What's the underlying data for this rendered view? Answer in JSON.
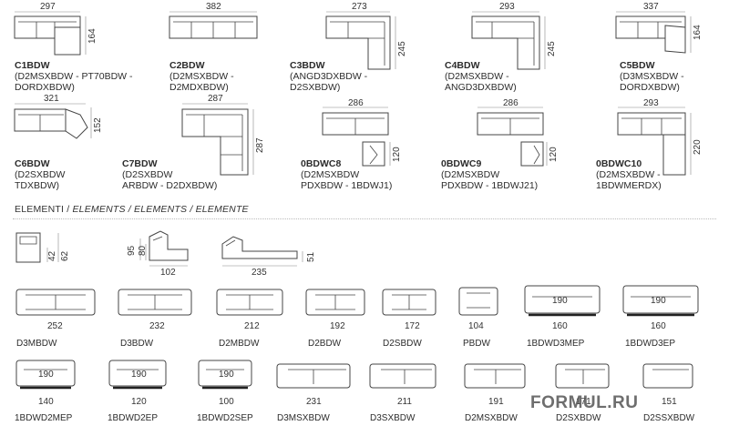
{
  "compositions": [
    {
      "code": "C1BDW",
      "desc": "(D2MSXBDW - PT70BDW -",
      "desc2": "DORDXBDW)",
      "width": "297",
      "depth": "164"
    },
    {
      "code": "C2BDW",
      "desc": "(D2MSXBDW -",
      "desc2": "D2MDXBDW)",
      "width": "382",
      "depth": ""
    },
    {
      "code": "C3BDW",
      "desc": "(ANGD3DXBDW -",
      "desc2": "D2SXBDW)",
      "width": "273",
      "depth": "245"
    },
    {
      "code": "C4BDW",
      "desc": "(D2MSXBDW -",
      "desc2": "ANGD3DXBDW)",
      "width": "293",
      "depth": "245"
    },
    {
      "code": "C5BDW",
      "desc": "(D3MSXBDW -",
      "desc2": "DORDXBDW)",
      "width": "337",
      "depth": "164"
    },
    {
      "code": "C6BDW",
      "desc": "(D2SXBDW",
      "desc2": "TDXBDW)",
      "width": "321",
      "depth": "152"
    },
    {
      "code": "C7BDW",
      "desc": "(D2SXBDW",
      "desc2": "ARBDW - D2DXBDW)",
      "width": "287",
      "depth": "287"
    },
    {
      "code": "0BDWC8",
      "desc": "(D2MSXBDW",
      "desc2": "PDXBDW - 1BDWJ1)",
      "width": "286",
      "depth": "120"
    },
    {
      "code": "0BDWC9",
      "desc": "(D2MSXBDW",
      "desc2": "PDXBDW - 1BDWJ21)",
      "width": "286",
      "depth": "120"
    },
    {
      "code": "0BDWC10",
      "desc": "(D2MSXBDW -",
      "desc2": "1BDWMERDX)",
      "width": "293",
      "depth": "220"
    }
  ],
  "section_title": {
    "a": "ELEMENTI / ",
    "b": "ELEMENTS / ELEMENTS / ELEMENTE"
  },
  "side_dims": {
    "arm_h1": "42",
    "arm_h2": "62",
    "h95": "95",
    "h80": "80",
    "d102": "102",
    "bed_len": "235",
    "bed_h": "51"
  },
  "elements_row1": [
    {
      "code": "D3MBDW",
      "width": "252"
    },
    {
      "code": "D3BDW",
      "width": "232"
    },
    {
      "code": "D2MBDW",
      "width": "212"
    },
    {
      "code": "D2BDW",
      "width": "192"
    },
    {
      "code": "D2SBDW",
      "width": "172"
    },
    {
      "code": "PBDW",
      "width": "104"
    },
    {
      "code": "1BDWD3MEP",
      "width": "160",
      "inner": "190"
    },
    {
      "code": "1BDWD3EP",
      "width": "160",
      "inner": "190"
    }
  ],
  "elements_row2": [
    {
      "code": "1BDWD2MEP",
      "width": "140",
      "inner": "190"
    },
    {
      "code": "1BDWD2EP",
      "width": "120",
      "inner": "190"
    },
    {
      "code": "1BDWD2SEP",
      "width": "100",
      "inner": "190"
    },
    {
      "code": "D3MSXBDW",
      "width": "231"
    },
    {
      "code": "D3SXBDW",
      "width": "211"
    },
    {
      "code": "D2MSXBDW",
      "width": "191"
    },
    {
      "code": "D2SXBDW",
      "width": "171"
    },
    {
      "code": "D2SSXBDW",
      "width": "151"
    }
  ],
  "watermark": "FORMUL.RU"
}
